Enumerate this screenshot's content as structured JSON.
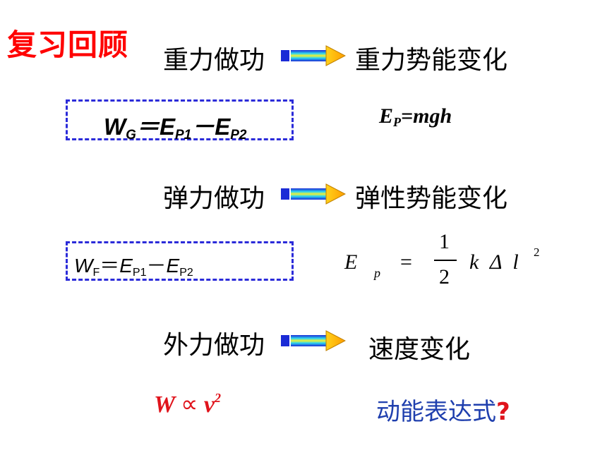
{
  "title": "复习回顾",
  "rows": [
    {
      "left": "重力做功",
      "right": "重力势能变化"
    },
    {
      "left": "弹力做功",
      "right": "弹性势能变化"
    },
    {
      "left": "外力做功",
      "right": "速度变化"
    }
  ],
  "gravity_formula": {
    "w": "W",
    "w_sub": "G",
    "eq": "＝",
    "e1": "E",
    "e1_sub": "P1",
    "minus": "－",
    "e2": "E",
    "e2_sub": "P2"
  },
  "gravity_potential": {
    "e": "E",
    "e_sub": "P",
    "rest": "=mgh"
  },
  "elastic_formula": {
    "w": "W",
    "w_sub": "F",
    "eq": "＝",
    "e1": "E",
    "e1_sub": "P1",
    "minus": "－",
    "e2": "E",
    "e2_sub": "P2"
  },
  "elastic_potential": {
    "e": "E",
    "e_sub": "p",
    "eq": "=",
    "num": "1",
    "den": "2",
    "rest": "k Δ l",
    "sup": "2"
  },
  "proportional": {
    "w": "W",
    "prop": "∝",
    "v": "v",
    "sup": "2"
  },
  "question": {
    "text": "动能表达式",
    "mark": "?"
  },
  "colors": {
    "title": "#ff0000",
    "box": "#2b2bd9",
    "question": "#1f3fae",
    "accent_red": "#e0141c"
  }
}
